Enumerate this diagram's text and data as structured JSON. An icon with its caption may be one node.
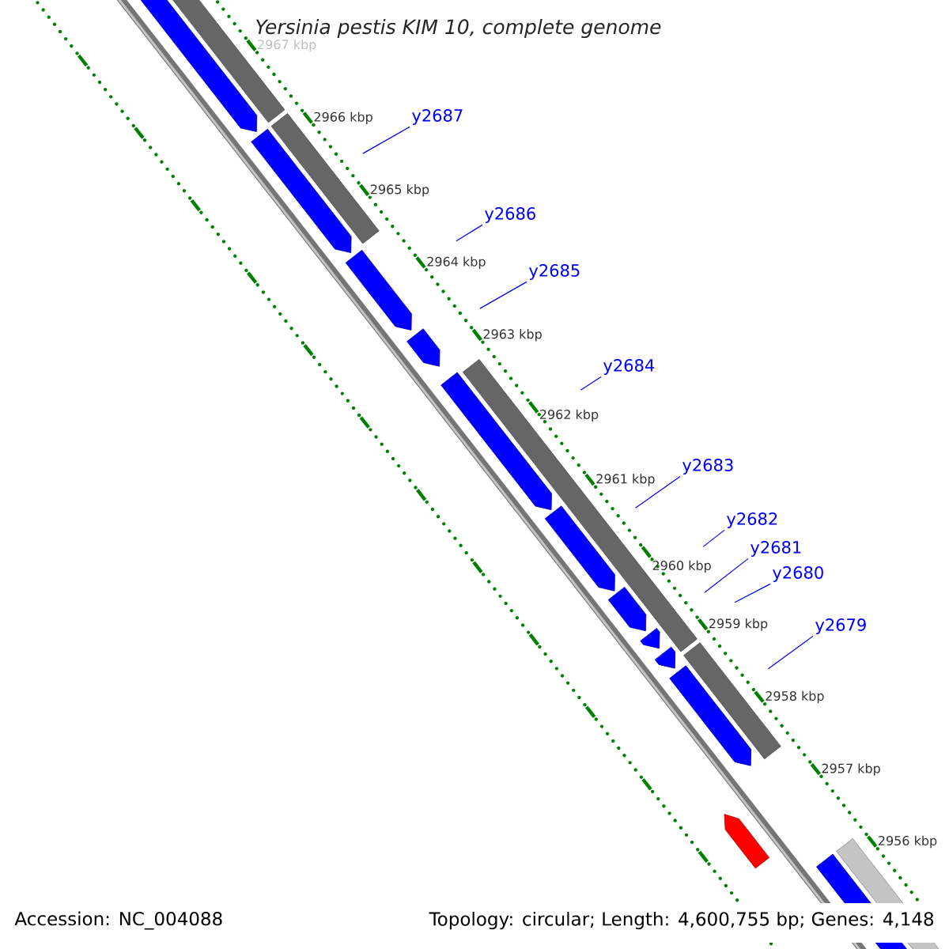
{
  "diagram": {
    "title": "Yersinia pestis KIM 10, complete genome",
    "nodes": [
      {
        "text": [
          "y2687"
        ]
      },
      {
        "text": [
          "y2686"
        ]
      },
      {
        "text": [
          "y2685"
        ]
      },
      {
        "text": [
          "y2684"
        ]
      },
      {
        "text": [
          "y2683"
        ]
      },
      {
        "text": [
          "y2682"
        ]
      },
      {
        "text": [
          "y2681"
        ]
      },
      {
        "text": [
          "y2680"
        ]
      },
      {
        "text": [
          "y2679"
        ]
      }
    ],
    "edges": [
      {
        "from": 0,
        "to": null,
        "arrow": "none"
      },
      {
        "from": 1,
        "to": null,
        "arrow": "none"
      },
      {
        "from": 2,
        "to": null,
        "arrow": "none"
      },
      {
        "from": 3,
        "to": null,
        "arrow": "none"
      },
      {
        "from": 4,
        "to": null,
        "arrow": "none"
      },
      {
        "from": 5,
        "to": null,
        "arrow": "none"
      },
      {
        "from": 6,
        "to": null,
        "arrow": "none"
      },
      {
        "from": 7,
        "to": null,
        "arrow": "none"
      },
      {
        "from": 8,
        "to": null,
        "arrow": "none"
      }
    ],
    "labels": [
      "2967 kbp",
      "2966 kbp",
      "2965 kbp",
      "2964 kbp",
      "2963 kbp",
      "2962 kbp",
      "2961 kbp",
      "2960 kbp",
      "2959 kbp",
      "2958 kbp",
      "2957 kbp",
      "2956 kbp",
      "Accession: NC_004088",
      "Topology: circular; Length: 4,600,755 bp; Genes: 4,148"
    ]
  }
}
